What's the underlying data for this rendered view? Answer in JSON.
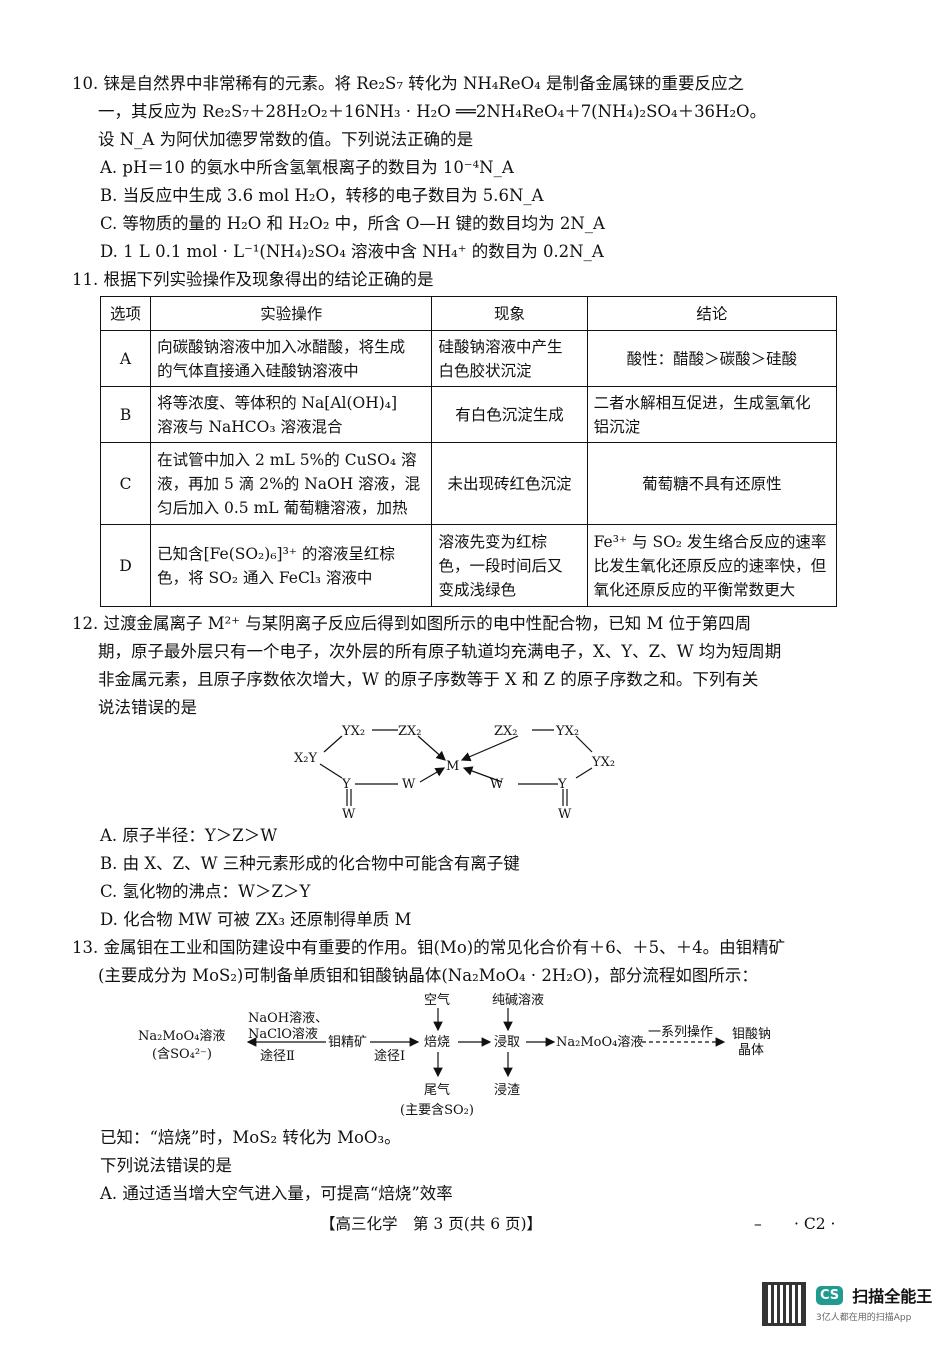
{
  "q10": {
    "lines": [
      "10. 铼是自然界中非常稀有的元素。将 Re₂S₇ 转化为 NH₄ReO₄ 是制备金属铼的重要反应之",
      "一，其反应为 Re₂S₇＋28H₂O₂＋16NH₃ · H₂O ══2NH₄ReO₄＋7(NH₄)₂SO₄＋36H₂O。",
      "设 N_A 为阿伏加德罗常数的值。下列说法正确的是"
    ],
    "options": [
      "A. pH＝10 的氨水中所含氢氧根离子的数目为 10⁻⁴N_A",
      "B. 当反应中生成 3.6 mol H₂O，转移的电子数目为 5.6N_A",
      "C. 等物质的量的 H₂O 和 H₂O₂ 中，所含 O—H 键的数目均为 2N_A",
      "D. 1 L 0.1 mol · L⁻¹(NH₄)₂SO₄ 溶液中含 NH₄⁺ 的数目为 0.2N_A"
    ]
  },
  "q11": {
    "stem": "11. 根据下列实验操作及现象得出的结论正确的是",
    "headers": [
      "选项",
      "实验操作",
      "现象",
      "结论"
    ],
    "rows": [
      {
        "opt": "A",
        "op": [
          "向碳酸钠溶液中加入冰醋酸，将生成",
          "的气体直接通入硅酸钠溶液中"
        ],
        "phen": [
          "硅酸钠溶液中产生",
          "白色胶状沉淀"
        ],
        "concl": [
          "酸性：醋酸＞碳酸＞硅酸"
        ]
      },
      {
        "opt": "B",
        "op": [
          "将等浓度、等体积的 Na[Al(OH)₄]",
          "溶液与 NaHCO₃ 溶液混合"
        ],
        "phen": [
          "有白色沉淀生成"
        ],
        "concl": [
          "二者水解相互促进，生成氢氧化",
          "铝沉淀"
        ]
      },
      {
        "opt": "C",
        "op": [
          "在试管中加入 2 mL 5%的 CuSO₄ 溶",
          "液，再加 5 滴 2%的 NaOH 溶液，混",
          "匀后加入 0.5 mL 葡萄糖溶液，加热"
        ],
        "phen": [
          "未出现砖红色沉淀"
        ],
        "concl": [
          "葡萄糖不具有还原性"
        ]
      },
      {
        "opt": "D",
        "op": [
          "已知含[Fe(SO₂)₆]³⁺ 的溶液呈红棕",
          "色，将 SO₂ 通入 FeCl₃ 溶液中"
        ],
        "phen": [
          "溶液先变为红棕",
          "色，一段时间后又",
          "变成浅绿色"
        ],
        "concl": [
          "Fe³⁺ 与 SO₂ 发生络合反应的速率",
          "比发生氧化还原反应的速率快，但",
          "氧化还原反应的平衡常数更大"
        ]
      }
    ]
  },
  "q12": {
    "lines": [
      "12. 过渡金属离子 M²⁺ 与某阴离子反应后得到如图所示的电中性配合物，已知 M 位于第四周",
      "期，原子最外层只有一个电子，次外层的所有原子轨道均充满电子，X、Y、Z、W 均为短周期",
      "非金属元素，且原子序数依次增大，W 的原子序数等于 X 和 Z 的原子序数之和。下列有关",
      "说法错误的是"
    ],
    "diagram": {
      "yx2": "YX₂",
      "zx2": "ZX₂",
      "x2y": "X₂Y",
      "y": "Y",
      "w": "W",
      "m": "M"
    },
    "options": [
      "A. 原子半径：Y＞Z＞W",
      "B. 由 X、Z、W 三种元素形成的化合物中可能含有离子键",
      "C. 氢化物的沸点：W＞Z＞Y",
      "D. 化合物 MW 可被 ZX₃ 还原制得单质 M"
    ]
  },
  "q13": {
    "lines": [
      "13. 金属钼在工业和国防建设中有重要的作用。钼(Mo)的常见化合价有＋6、＋5、＋4。由钼精矿",
      "(主要成分为 MoS₂)可制备单质钼和钼酸钠晶体(Na₂MoO₄ · 2H₂O)，部分流程如图所示："
    ],
    "flow": {
      "left_product": "Na₂MoO₄溶液",
      "left_note": "(含SO₄²⁻)",
      "route2_reagent_1": "NaOH溶液、",
      "route2_reagent_2": "NaClO溶液",
      "route2": "途径Ⅱ",
      "ore": "钼精矿",
      "route1": "途径Ⅰ",
      "air": "空气",
      "roast": "焙烧",
      "tail_gas": "尾气",
      "tail_note": "(主要含SO₂)",
      "soda": "纯碱溶液",
      "leach": "浸取",
      "residue": "浸渣",
      "solution": "Na₂MoO₄溶液",
      "ops": "一系列操作",
      "crystal_1": "钼酸钠",
      "crystal_2": "晶体"
    },
    "known": "已知：“焙烧”时，MoS₂ 转化为 MoO₃。",
    "ask": "下列说法错误的是",
    "option_a": "A. 通过适当增大空气进入量，可提高“焙烧”效率"
  },
  "footer": {
    "text": "【高三化学　第 3 页(共 6 页)】",
    "dash": "–",
    "code": "· C2 ·"
  },
  "watermark": {
    "badge": "CS",
    "name": "扫描全能王",
    "slogan": "3亿人都在用的扫描App"
  }
}
